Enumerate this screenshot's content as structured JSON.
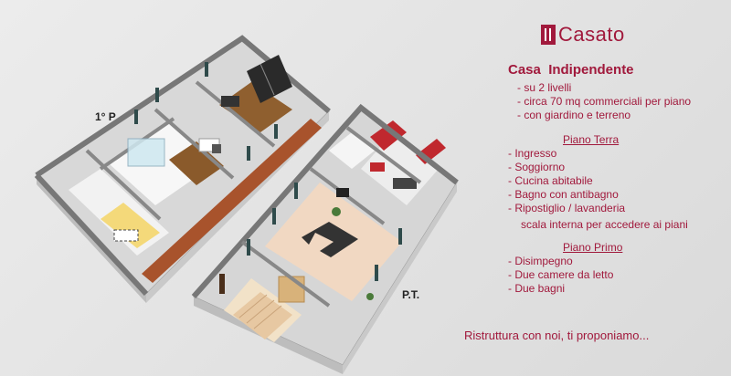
{
  "brand": {
    "name": "Casato",
    "color": "#a1193c"
  },
  "plan": {
    "upper_floor_label": "1° P",
    "ground_floor_label": "P.T."
  },
  "info": {
    "title": "Casa  Indipendente",
    "features": [
      "- su 2 livelli",
      "- circa 70 mq commerciali per piano",
      "- con giardino e terreno"
    ],
    "ground_floor": {
      "heading": "Piano Terra",
      "items": [
        "- Ingresso",
        "- Soggiorno",
        "- Cucina abitabile",
        "- Bagno con antibagno",
        "- Ripostiglio / lavanderia"
      ],
      "note": "scala interna per accedere ai piani"
    },
    "first_floor": {
      "heading": "Piano Primo",
      "items": [
        "- Disimpegno",
        "- Due camere da letto",
        "- Due bagni"
      ]
    },
    "cta": "Ristruttura con noi, ti proponiamo..."
  }
}
